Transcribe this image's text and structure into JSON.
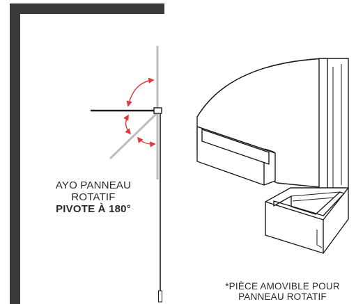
{
  "caption": {
    "line1": "AYO PANNEAU",
    "line2": "ROTATIF",
    "line3": "PIVOTE À 180°"
  },
  "note": {
    "line1": "*PIÈCE AMOVIBLE POUR",
    "line2": "PANNEAU ROTATIF"
  },
  "colors": {
    "wall": "#3a3a3a",
    "line": "#1c1c1c",
    "panel_gray": "#b9b9b9",
    "arrow_red": "#e0363c"
  }
}
